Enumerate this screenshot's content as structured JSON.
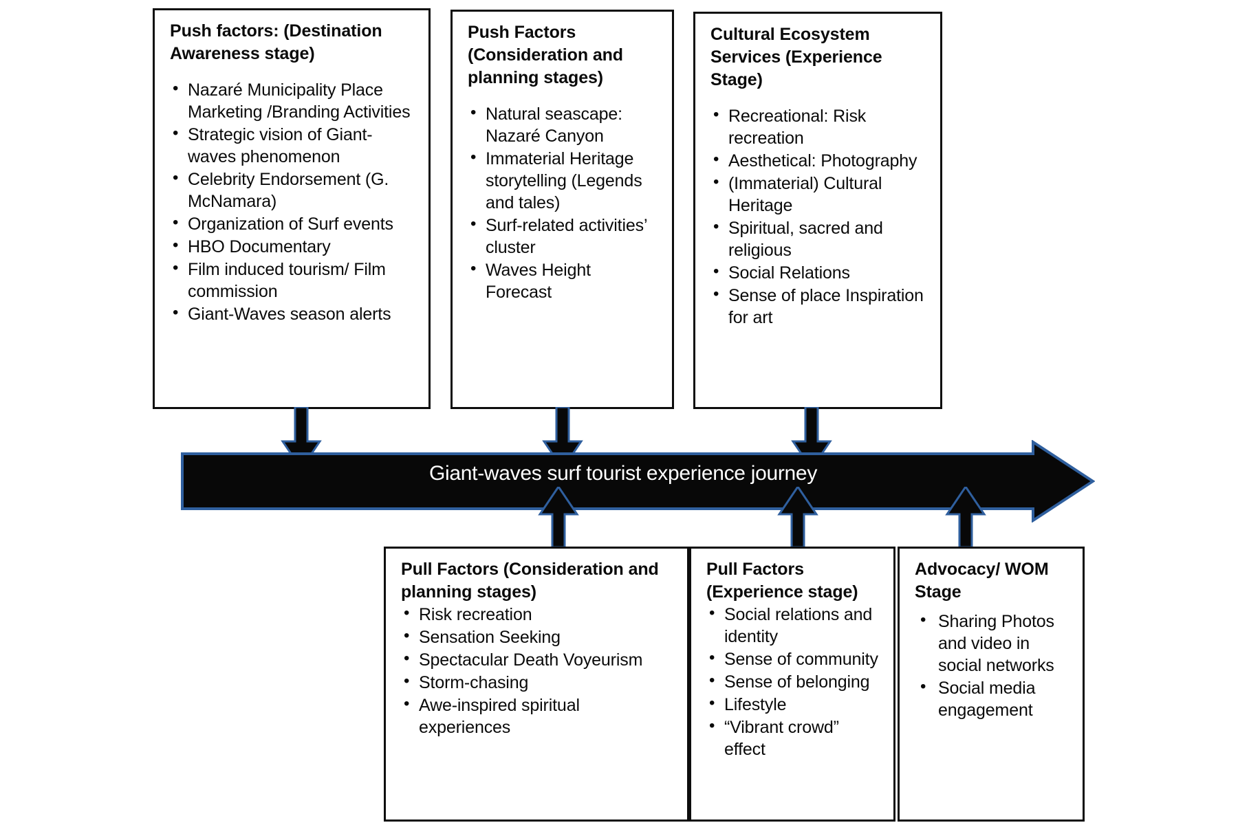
{
  "diagram": {
    "journey_label": "Giant-waves surf tourist experience journey",
    "top_boxes": [
      {
        "id": "push-awareness",
        "title": "Push factors: (Destination Awareness stage)",
        "bullets": [
          "Nazaré Municipality Place Marketing /Branding Activities",
          "Strategic vision of Giant-waves phenomenon",
          "Celebrity Endorsement (G. McNamara)",
          "Organization of Surf events",
          "HBO Documentary",
          "Film induced tourism/ Film commission",
          "Giant-Waves season alerts"
        ]
      },
      {
        "id": "push-planning",
        "title": "Push Factors (Consideration and planning stages)",
        "bullets": [
          "Natural seascape: Nazaré Canyon",
          "Immaterial Heritage storytelling (Legends and tales)",
          "Surf-related activities’ cluster",
          "Waves Height Forecast"
        ]
      },
      {
        "id": "cultural-ecosystem-services",
        "title": "Cultural Ecosystem Services (Experience Stage)",
        "bullets": [
          "Recreational: Risk recreation",
          "Aesthetical: Photography",
          "(Immaterial) Cultural Heritage",
          "Spiritual, sacred and religious",
          "Social Relations",
          "Sense of place Inspiration for art"
        ]
      }
    ],
    "bottom_boxes": [
      {
        "id": "pull-planning",
        "title": "Pull Factors (Consideration and planning stages)",
        "bullets": [
          "Risk recreation",
          "Sensation Seeking",
          "Spectacular Death Voyeurism",
          "Storm-chasing",
          "Awe-inspired spiritual experiences"
        ]
      },
      {
        "id": "pull-experience",
        "title": "Pull Factors (Experience stage)",
        "bullets": [
          "Social relations and identity",
          "Sense of community",
          "Sense of belonging",
          "Lifestyle",
          "“Vibrant crowd” effect"
        ]
      },
      {
        "id": "advocacy-wom",
        "title": "Advocacy/ WOM Stage",
        "bullets": [
          "Sharing Photos and video in social networks",
          "Social media engagement"
        ]
      }
    ],
    "colors": {
      "arrow_fill": "#080808",
      "arrow_outline": "#2f5f9e",
      "box_border": "#0d0d0d",
      "text": "#0a0a0a",
      "arrow_text": "#ffffff",
      "background": "#ffffff"
    }
  }
}
